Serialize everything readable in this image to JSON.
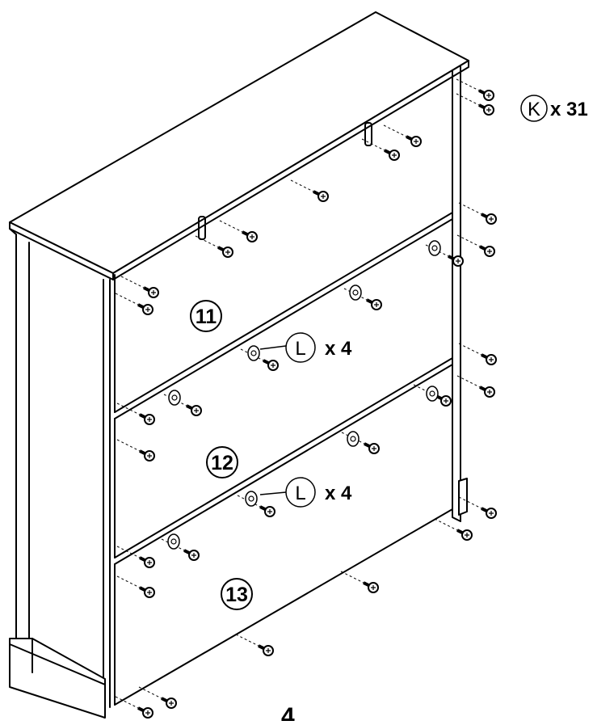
{
  "step_number": "4",
  "panel_labels": [
    "11",
    "12",
    "13"
  ],
  "hardware": {
    "screw": {
      "letter": "K",
      "quantity": "x 31"
    },
    "washer_group_1": {
      "letter": "L",
      "quantity": "x 4"
    },
    "washer_group_2": {
      "letter": "L",
      "quantity": "x 4"
    }
  },
  "colors": {
    "line": "#000000",
    "background": "#ffffff"
  }
}
